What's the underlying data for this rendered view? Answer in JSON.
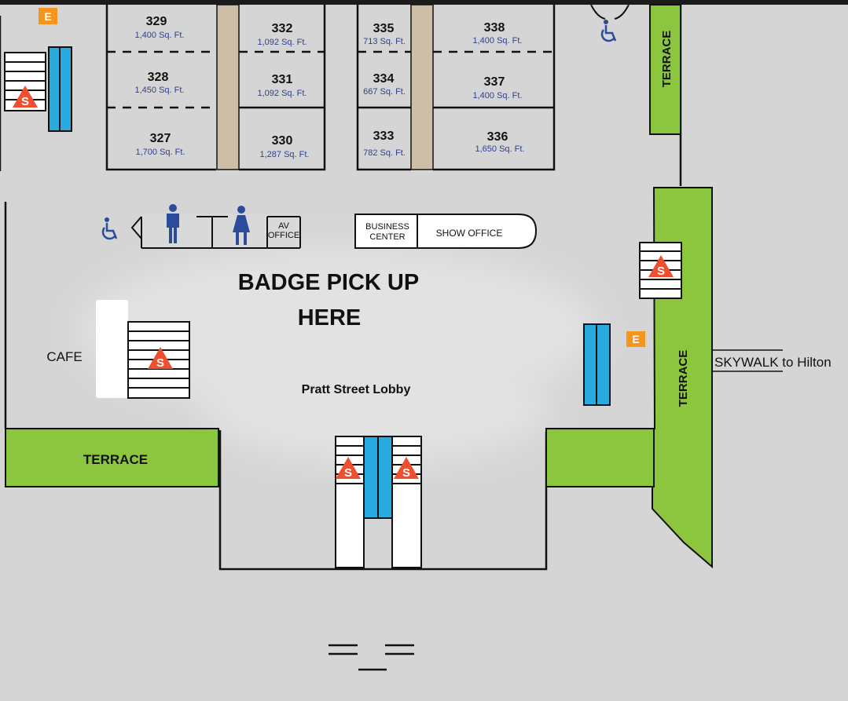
{
  "colors": {
    "background": "#d5d5d5",
    "terrace": "#8cc63f",
    "column": "#cdbfa7",
    "escalator": "#29abe2",
    "stair_marker": "#ef4f2e",
    "exit_marker": "#f7941d",
    "accessibility": "#2b4b9b",
    "wall": "#111111"
  },
  "rooms": [
    {
      "number": "329",
      "area": "1,400 Sq. Ft."
    },
    {
      "number": "328",
      "area": "1,450 Sq. Ft."
    },
    {
      "number": "327",
      "area": "1,700 Sq. Ft."
    },
    {
      "number": "332",
      "area": "1,092 Sq. Ft."
    },
    {
      "number": "331",
      "area": "1,092 Sq. Ft."
    },
    {
      "number": "330",
      "area": "1,287 Sq. Ft."
    },
    {
      "number": "335",
      "area": "713 Sq. Ft."
    },
    {
      "number": "334",
      "area": "667 Sq. Ft."
    },
    {
      "number": "333",
      "area": "782 Sq. Ft."
    },
    {
      "number": "338",
      "area": "1,400 Sq. Ft."
    },
    {
      "number": "337",
      "area": "1,400 Sq. Ft."
    },
    {
      "number": "336",
      "area": "1,650 Sq. Ft."
    }
  ],
  "labels": {
    "terrace_top_right": "TERRACE",
    "terrace_right": "TERRACE",
    "terrace_left": "TERRACE",
    "av_office_line1": "AV",
    "av_office_line2": "OFFICE",
    "business_center_line1": "BUSINESS",
    "business_center_line2": "CENTER",
    "show_office": "SHOW OFFICE",
    "badge_line1": "BADGE PICK UP",
    "badge_line2": "HERE",
    "cafe": "CAFE",
    "lobby": "Pratt Street Lobby",
    "skywalk": "SKYWALK to Hilton"
  },
  "markers": {
    "stairs": "S",
    "exit": "E"
  },
  "icons": {
    "accessibility": "wheelchair-icon",
    "men_restroom": "man-icon",
    "women_restroom": "woman-icon"
  }
}
